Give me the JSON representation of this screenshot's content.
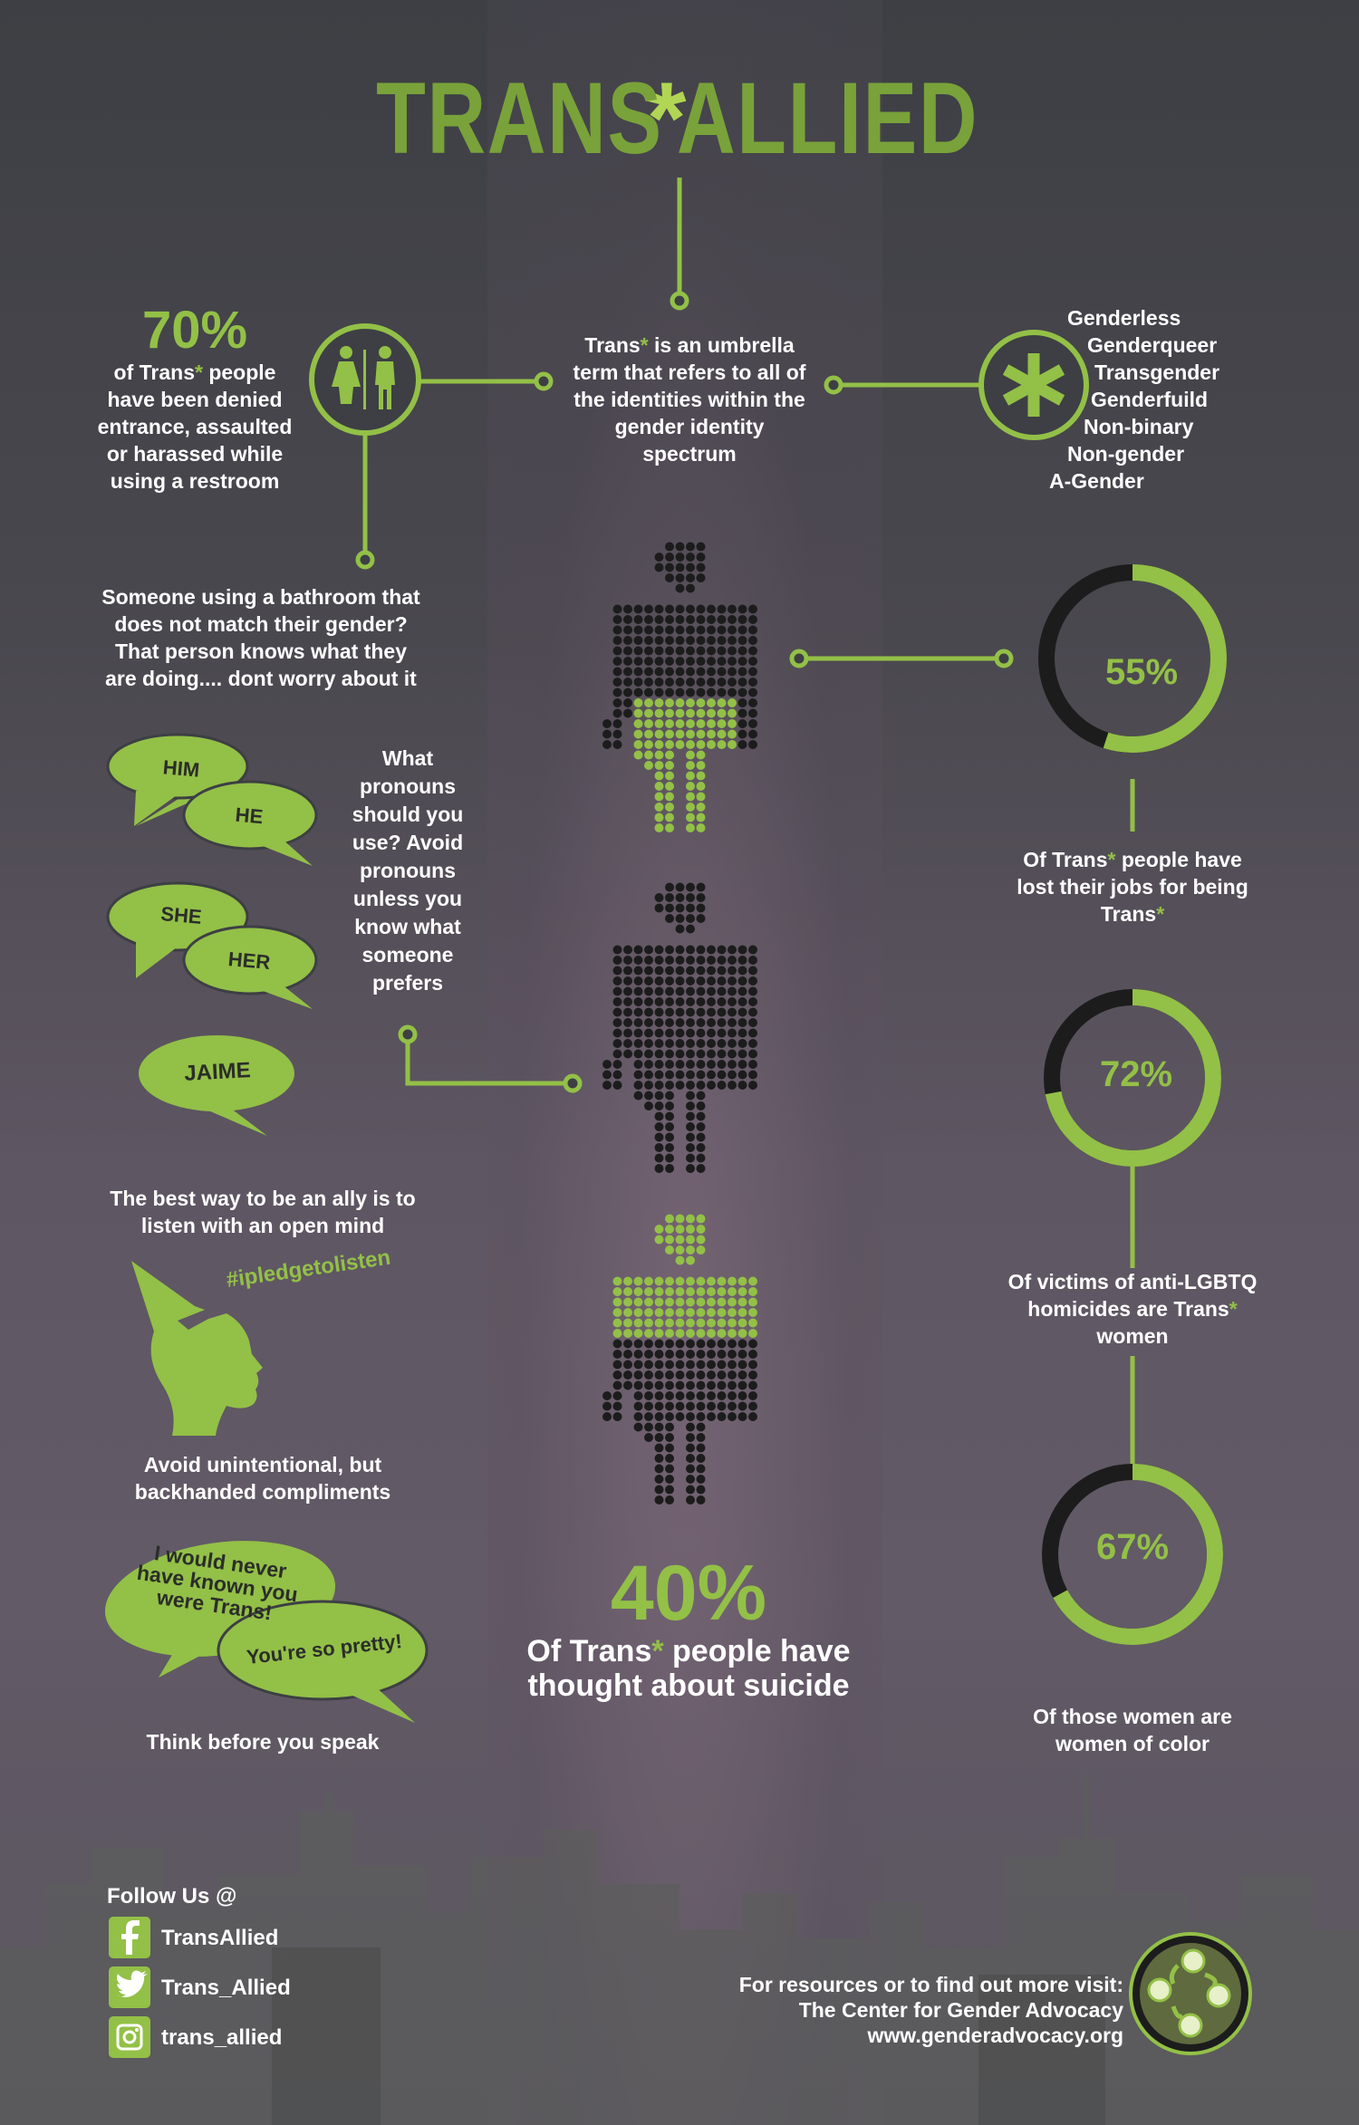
{
  "colors": {
    "accent": "#93c047",
    "dark": "#1c1c1d",
    "white": "#ffffff",
    "background": "#4a484f"
  },
  "title": {
    "part1": "TRANS",
    "asterisk": "*",
    "part2": "ALLIED"
  },
  "restroom": {
    "percent": "70%",
    "text_a": "of Trans",
    "star": "*",
    "text_b": " people have been denied entrance, assaulted or harassed while using a restroom",
    "icon": "restroom-icon"
  },
  "umbrella": {
    "text_a": "Trans",
    "star": "*",
    "text_b": " is an umbrella term that refers to all of the identities within the gender identity spectrum"
  },
  "identities": [
    "Genderless",
    "Genderqueer",
    "Transgender",
    "Genderfuild",
    "Non-binary",
    "Non-gender",
    "A-Gender"
  ],
  "bathroom_note": "Someone using a bathroom that does not match their gender? That person knows what they are doing.... dont worry about it",
  "pronoun_bubbles": [
    "HIM",
    "HE",
    "SHE",
    "HER",
    "JAIME"
  ],
  "pronoun_text": "What pronouns should you use? Avoid pronouns unless you know what someone prefers",
  "ally_text": "The best way to be an ally is to listen with an open mind",
  "hashtag": "#ipledgetolisten",
  "compliments_title": "Avoid unintentional, but backhanded compliments",
  "compliment_bubble1": "I would never have known you were Trans!",
  "compliment_bubble2": "You're so pretty!",
  "think_text": "Think before you speak",
  "suicide": {
    "percent": "40%",
    "text_a": "Of Trans",
    "star": "*",
    "text_b": " people have thought about suicide"
  },
  "stats": [
    {
      "percent": "55%",
      "value": 55,
      "caption_a": "Of Trans",
      "star_a": "*",
      "caption_b": " people have lost their jobs for being Trans",
      "star_b": "*"
    },
    {
      "percent": "72%",
      "value": 72,
      "caption_a": "Of victims of anti-LGBTQ homicides are Trans",
      "star_a": "*",
      "caption_b": " women",
      "star_b": ""
    },
    {
      "percent": "67%",
      "value": 67,
      "caption_a": "Of those women are women of color",
      "star_a": "",
      "caption_b": "",
      "star_b": ""
    }
  ],
  "figures": [
    {
      "label": "figure-1",
      "green_part": "legs"
    },
    {
      "label": "figure-2",
      "green_part": "none"
    },
    {
      "label": "figure-3",
      "green_part": "head-torso"
    }
  ],
  "follow": {
    "heading": "Follow Us @",
    "accounts": [
      {
        "icon": "facebook-icon",
        "handle": "TransAllied"
      },
      {
        "icon": "twitter-icon",
        "handle": "Trans_Allied"
      },
      {
        "icon": "instagram-icon",
        "handle": "trans_allied"
      }
    ]
  },
  "footer": {
    "line1": "For resources or to find out more visit:",
    "line2": "The Center for Gender Advocacy",
    "line3": "www.genderadvocacy.org",
    "logo": "center-logo"
  }
}
